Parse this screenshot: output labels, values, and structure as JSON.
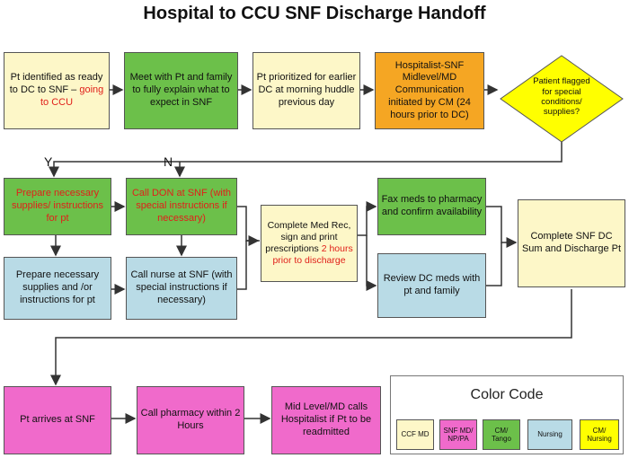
{
  "title": "Hospital to CCU SNF Discharge Handoff",
  "boxes": {
    "pt_identified": {
      "text": "Pt identified as ready to DC to SNF – ",
      "red": "going to CCU"
    },
    "meet_family": "Meet with Pt and family to fully explain what to expect in SNF",
    "pt_prioritized": "Pt prioritized for earlier DC at morning huddle previous day",
    "hospitalist_comm": "Hospitalist-SNF Midlevel/MD Communication initiated by CM (24 hours prior to DC)",
    "flagged": "Patient flagged for special conditions/ supplies?",
    "prepare_supplies_red": "Prepare necessary supplies/ instructions for pt",
    "call_don": "Call DON at SNF (with special instructions if necessary)",
    "prepare_supplies_blue": "Prepare necessary supplies and /or instructions for pt",
    "call_nurse": "Call nurse at SNF (with special instructions if necessary)",
    "complete_med": {
      "text": "Complete Med Rec, sign and print prescriptions ",
      "red": "2 hours prior to discharge"
    },
    "fax_meds": "Fax meds to pharmacy and confirm availability",
    "review_dc": "Review DC meds with pt and family",
    "complete_snf": "Complete SNF DC Sum and Discharge Pt",
    "pt_arrives": "Pt arrives at SNF",
    "call_pharmacy": "Call pharmacy within 2 Hours",
    "mid_level": "Mid Level/MD calls Hospitalist if Pt to be readmitted"
  },
  "labels": {
    "yes": "Y",
    "no": "N"
  },
  "legend": {
    "title": "Color Code",
    "items": [
      {
        "label": "CCF MD",
        "color": "#fdf7c8"
      },
      {
        "label": "SNF MD/ NP/PA",
        "color": "#f06acb"
      },
      {
        "label": "CM/ Tango",
        "color": "#6cc04a"
      },
      {
        "label": "Nursing",
        "color": "#b9dbe6"
      },
      {
        "label": "CM/ Nursing",
        "color": "#ffff00"
      }
    ]
  },
  "colors": {
    "cream": "#fdf7c8",
    "green": "#6cc04a",
    "orange": "#f5a623",
    "blue": "#b9dbe6",
    "pink": "#f06acb",
    "yellow": "#ffff00",
    "red_text": "#e0201a"
  }
}
